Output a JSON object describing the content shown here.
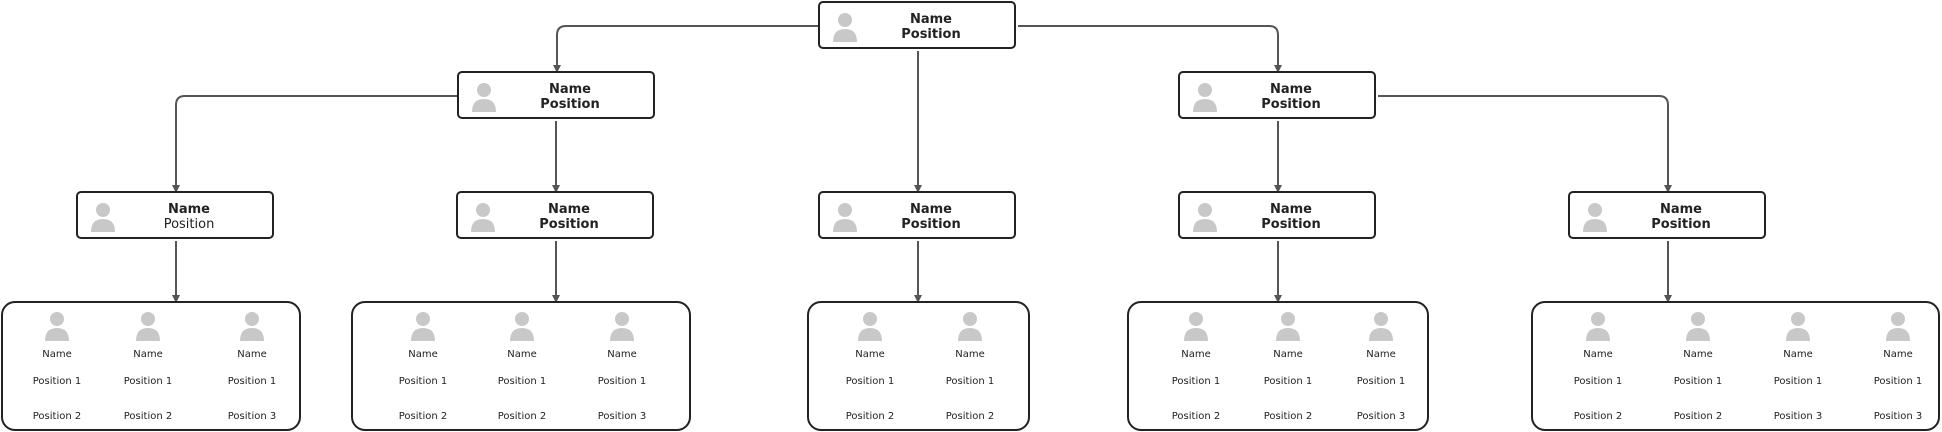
{
  "colors": {
    "border": "#222222",
    "connector": "#555555",
    "avatar": "#c8c8c8"
  },
  "nodes": {
    "root": {
      "name": "Name",
      "position": "Position"
    },
    "left_mgr": {
      "name": "Name",
      "position": "Position"
    },
    "right_mgr": {
      "name": "Name",
      "position": "Position"
    },
    "team1": {
      "name": "Name",
      "position": "Position"
    },
    "team2": {
      "name": "Name",
      "position": "Position"
    },
    "team3": {
      "name": "Name",
      "position": "Position"
    },
    "team4": {
      "name": "Name",
      "position": "Position"
    },
    "team5": {
      "name": "Name",
      "position": "Position"
    }
  },
  "groups": {
    "g1": [
      {
        "name": "Name",
        "pos1": "Position 1",
        "pos2": "Position 2"
      },
      {
        "name": "Name",
        "pos1": "Position 1",
        "pos2": "Position 2"
      },
      {
        "name": "Name",
        "pos1": "Position 1",
        "pos2": "Position 3"
      }
    ],
    "g2": [
      {
        "name": "Name",
        "pos1": "Position 1",
        "pos2": "Position 2"
      },
      {
        "name": "Name",
        "pos1": "Position 1",
        "pos2": "Position 2"
      },
      {
        "name": "Name",
        "pos1": "Position 1",
        "pos2": "Position 3"
      }
    ],
    "g3": [
      {
        "name": "Name",
        "pos1": "Position 1",
        "pos2": "Position 2"
      },
      {
        "name": "Name",
        "pos1": "Position 1",
        "pos2": "Position 2"
      }
    ],
    "g4": [
      {
        "name": "Name",
        "pos1": "Position 1",
        "pos2": "Position 2"
      },
      {
        "name": "Name",
        "pos1": "Position 1",
        "pos2": "Position 2"
      },
      {
        "name": "Name",
        "pos1": "Position 1",
        "pos2": "Position 3"
      }
    ],
    "g5": [
      {
        "name": "Name",
        "pos1": "Position 1",
        "pos2": "Position 2"
      },
      {
        "name": "Name",
        "pos1": "Position 1",
        "pos2": "Position 2"
      },
      {
        "name": "Name",
        "pos1": "Position 1",
        "pos2": "Position 3"
      },
      {
        "name": "Name",
        "pos1": "Position 1",
        "pos2": "Position 3"
      }
    ]
  }
}
